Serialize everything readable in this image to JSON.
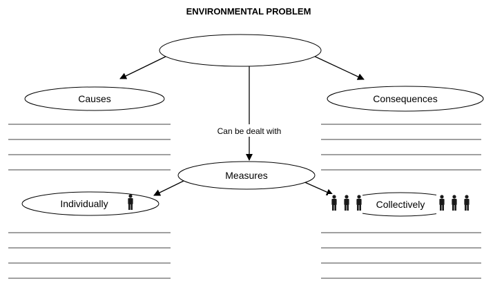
{
  "title": "ENVIRONMENTAL PROBLEM",
  "nodes": {
    "problem": "",
    "causes": "Causes",
    "consequences": "Consequences",
    "measures": "Measures",
    "individually": "Individually",
    "collectively": "Collectively"
  },
  "edges": {
    "problem_to_measures": "Can be dealt with"
  },
  "icons": {
    "individually": "person-icon",
    "collectively": "group-of-people-icon"
  },
  "colors": {
    "stroke": "#000000",
    "background": "#ffffff"
  }
}
